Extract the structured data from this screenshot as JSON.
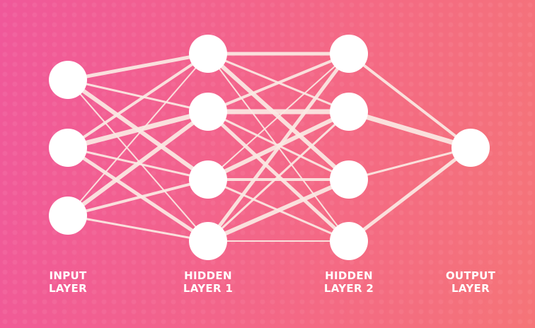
{
  "diagram": {
    "colors": {
      "node": "#ffffff",
      "edge": "#fbeae4"
    },
    "layers": [
      {
        "id": "input",
        "line1": "INPUT",
        "line2": "LAYER",
        "neurons": 3
      },
      {
        "id": "hidden1",
        "line1": "HIDDEN",
        "line2": "LAYER 1",
        "neurons": 4
      },
      {
        "id": "hidden2",
        "line1": "HIDDEN",
        "line2": "LAYER 2",
        "neurons": 4
      },
      {
        "id": "output",
        "line1": "OUTPUT",
        "line2": "LAYER",
        "neurons": 1
      }
    ],
    "connections": "fully-connected"
  }
}
